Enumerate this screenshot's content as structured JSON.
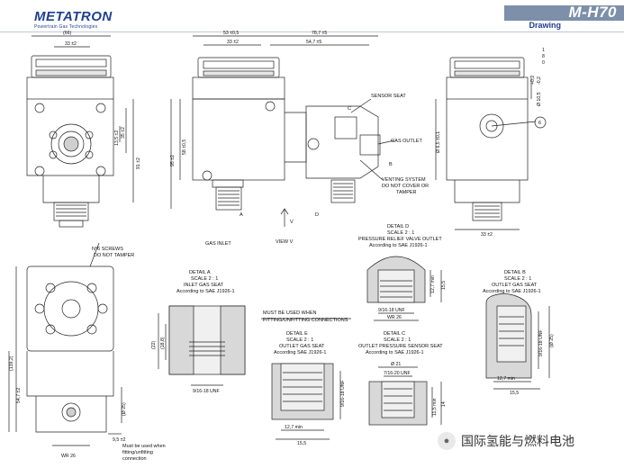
{
  "header": {
    "logo_word": "METATRON",
    "logo_tagline": "Powertrain Gas Technologies",
    "title": "M-H70",
    "subtitle": "Drawing"
  },
  "views": {
    "top_left": {
      "dims": [
        "(66)",
        "33 ±2",
        "13,5 ±2",
        "35 ±2",
        "91 ±2"
      ]
    },
    "top_middle": {
      "dims": [
        "53 ±0,5",
        "78,7 ±5",
        "33 ±2",
        "54,7 ±5",
        "58 ±0,5",
        "95 ±2"
      ],
      "labels": [
        "SENSOR SEAT",
        "C",
        "GAS OUTLET",
        "B",
        "VENTING SYSTEM",
        "DO NOT COVER OR",
        "TAMPER",
        "D",
        "A",
        "GAS INLET",
        "VIEW V",
        "V"
      ]
    },
    "top_right": {
      "dims": [
        "1",
        "8",
        "0",
        "-0,2",
        "+0,2",
        "Ø 10,5",
        "Ø 6,5 ±0,1",
        "33 ±2"
      ],
      "callout": "6"
    },
    "bottom_left": {
      "labels": [
        "N°6 SCREWS",
        "DO NOT TAMPER",
        "Must be used when",
        "fitting/unfitting",
        "connection"
      ],
      "dims": [
        "(139,2)",
        "54,7 ±2",
        "(Ø 25)",
        "9,5 ±2",
        "WR 26"
      ]
    }
  },
  "details": {
    "a": {
      "lines": [
        "DETAIL A",
        "SCALE 2 : 1",
        "INLET GAS SEAT",
        "According to SAE J1926-1"
      ],
      "dims": [
        "(22)",
        "(18,8)",
        "9/16-18 UNF"
      ]
    },
    "d": {
      "lines": [
        "DETAIL D",
        "SCALE 2 : 1",
        "PRESSURE RELIEF VALVE OUTLET",
        "According to SAE J1926-1"
      ],
      "dims": [
        "12,7 min",
        "15,5",
        "9/16-18 UNF",
        "WR 26"
      ]
    },
    "b": {
      "lines": [
        "DETAIL B",
        "SCALE 2 : 1",
        "OUTLET GAS SEAT",
        "According to SAE J1926-1"
      ],
      "dims": [
        "9/16-18 UNF",
        "(Ø 25)",
        "12,7 min",
        "15,5"
      ]
    },
    "e": {
      "lines": [
        "DETAIL E",
        "SCALE 2 : 1",
        "OUTLET GAS SEAT",
        "According SAE J1926-1"
      ],
      "dims": [
        "9/16-18 UNF",
        "12,7 min",
        "15,5"
      ]
    },
    "c": {
      "lines": [
        "DETAIL C",
        "SCALE 2 : 1",
        "OUTLET PRESSURE SENSOR SEAT",
        "According to SAE J1926-1"
      ],
      "dims": [
        "Ø 21",
        "7/16-20 UNF",
        "11,5 min",
        "14"
      ]
    },
    "must_use": [
      "MUST BE USED WHEN",
      "FITTING/UNFITTING CONNECTIONS"
    ]
  },
  "watermark": {
    "text": "国际氢能与燃料电池"
  },
  "colors": {
    "brand_blue": "#1f3f8f",
    "title_bar": "#7d8fa9",
    "logo_red": "#c8102e"
  }
}
